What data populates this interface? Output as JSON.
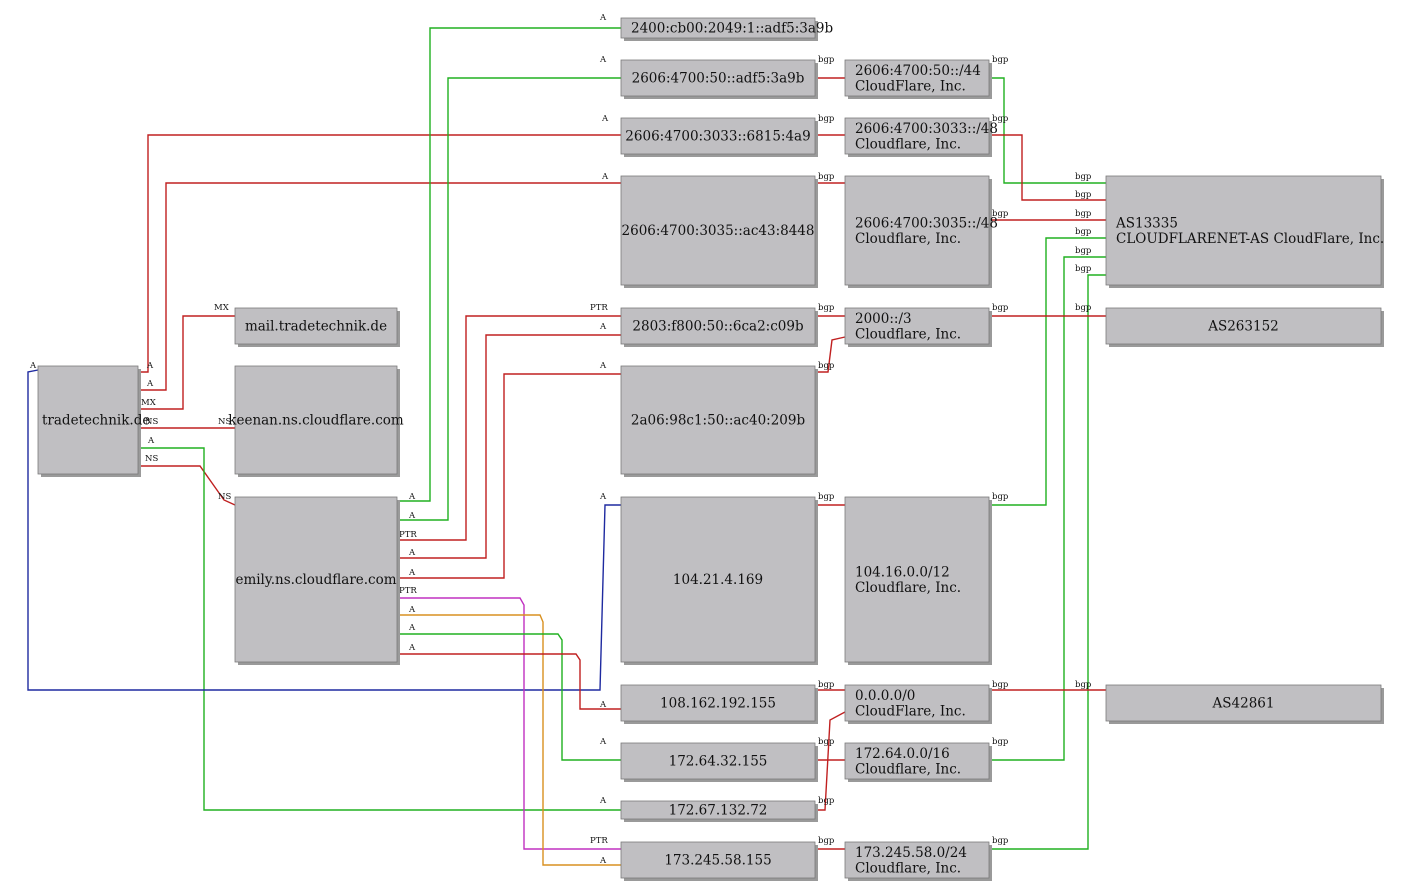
{
  "colors": {
    "A": "#20b020",
    "MX": "#c02020",
    "NS": "#c02020",
    "PTR": "#c02020",
    "bgp": "#c02020",
    "node_fill": "#c0bfc2",
    "node_border": "#7a7a7a",
    "node_shadow": "#9a9a9a"
  },
  "nodes": {
    "tradetechnik": [
      "tradetechnik.de"
    ],
    "mail": [
      "mail.tradetechnik.de"
    ],
    "keenan": [
      "keenan.ns.cloudflare.com"
    ],
    "emily": [
      "emily.ns.cloudflare.com"
    ],
    "ip6_2400": [
      "2400:cb00:2049:1::adf5:3a9b"
    ],
    "ip6_adf5": [
      "2606:4700:50::adf5:3a9b"
    ],
    "ip6_6815": [
      "2606:4700:3033::6815:4a9"
    ],
    "ip6_ac43": [
      "2606:4700:3035::ac43:8448"
    ],
    "ip6_2803": [
      "2803:f800:50::6ca2:c09b"
    ],
    "ip6_2a06": [
      "2a06:98c1:50::ac40:209b"
    ],
    "ip_104": [
      "104.21.4.169"
    ],
    "ip_108": [
      "108.162.192.155"
    ],
    "ip_172_64": [
      "172.64.32.155"
    ],
    "ip_172_67": [
      "172.67.132.72"
    ],
    "ip_173": [
      "173.245.58.155"
    ],
    "pfx_50_44": [
      "2606:4700:50::/44",
      "CloudFlare, Inc."
    ],
    "pfx_3033": [
      "2606:4700:3033::/48",
      "Cloudflare, Inc."
    ],
    "pfx_3035": [
      "2606:4700:3035::/48",
      "Cloudflare, Inc."
    ],
    "pfx_2000": [
      "2000::/3",
      "Cloudflare, Inc."
    ],
    "pfx_104": [
      "104.16.0.0/12",
      "Cloudflare, Inc."
    ],
    "pfx_0000": [
      "0.0.0.0/0",
      "CloudFlare, Inc."
    ],
    "pfx_172_64": [
      "172.64.0.0/16",
      "Cloudflare, Inc."
    ],
    "pfx_173": [
      "173.245.58.0/24",
      "Cloudflare, Inc."
    ],
    "as13335": [
      "AS13335",
      "CLOUDFLARENET-AS CloudFlare, Inc."
    ],
    "as263152": [
      "AS263152"
    ],
    "as42861": [
      "AS42861"
    ]
  },
  "edges": [
    {
      "from": "tradetechnik",
      "to": "ip6_6815",
      "type": "A"
    },
    {
      "from": "tradetechnik",
      "to": "ip6_ac43",
      "type": "A"
    },
    {
      "from": "tradetechnik",
      "to": "mail",
      "type": "MX"
    },
    {
      "from": "tradetechnik",
      "to": "keenan",
      "type": "NS"
    },
    {
      "from": "tradetechnik",
      "to": "emily",
      "type": "NS"
    },
    {
      "from": "tradetechnik",
      "to": "ip_172_67",
      "type": "A"
    },
    {
      "from": "tradetechnik",
      "to": "ip_104",
      "type": "A"
    },
    {
      "from": "emily",
      "to": "ip6_2400",
      "type": "A"
    },
    {
      "from": "emily",
      "to": "ip6_adf5",
      "type": "A"
    },
    {
      "from": "emily",
      "to": "ip6_2803",
      "type": "PTR"
    },
    {
      "from": "emily",
      "to": "ip6_2803",
      "type": "A"
    },
    {
      "from": "emily",
      "to": "ip6_2a06",
      "type": "A"
    },
    {
      "from": "emily",
      "to": "ip_173",
      "type": "PTR"
    },
    {
      "from": "emily",
      "to": "ip_173",
      "type": "A"
    },
    {
      "from": "emily",
      "to": "ip_172_64",
      "type": "A"
    },
    {
      "from": "emily",
      "to": "ip_108",
      "type": "A"
    },
    {
      "from": "ip6_adf5",
      "to": "pfx_50_44",
      "type": "bgp"
    },
    {
      "from": "ip6_6815",
      "to": "pfx_3033",
      "type": "bgp"
    },
    {
      "from": "ip6_ac43",
      "to": "pfx_3035",
      "type": "bgp"
    },
    {
      "from": "ip6_2803",
      "to": "pfx_2000",
      "type": "bgp"
    },
    {
      "from": "ip6_2a06",
      "to": "pfx_2000",
      "type": "bgp"
    },
    {
      "from": "ip_104",
      "to": "pfx_104",
      "type": "bgp"
    },
    {
      "from": "ip_108",
      "to": "pfx_0000",
      "type": "bgp"
    },
    {
      "from": "ip_172_64",
      "to": "pfx_172_64",
      "type": "bgp"
    },
    {
      "from": "ip_172_67",
      "to": "pfx_0000",
      "type": "bgp"
    },
    {
      "from": "ip_173",
      "to": "pfx_173",
      "type": "bgp"
    },
    {
      "from": "pfx_50_44",
      "to": "as13335",
      "type": "bgp"
    },
    {
      "from": "pfx_3033",
      "to": "as13335",
      "type": "bgp"
    },
    {
      "from": "pfx_3035",
      "to": "as13335",
      "type": "bgp"
    },
    {
      "from": "pfx_104",
      "to": "as13335",
      "type": "bgp"
    },
    {
      "from": "pfx_172_64",
      "to": "as13335",
      "type": "bgp"
    },
    {
      "from": "pfx_173",
      "to": "as13335",
      "type": "bgp"
    },
    {
      "from": "pfx_2000",
      "to": "as263152",
      "type": "bgp"
    },
    {
      "from": "pfx_0000",
      "to": "as42861",
      "type": "bgp"
    }
  ]
}
